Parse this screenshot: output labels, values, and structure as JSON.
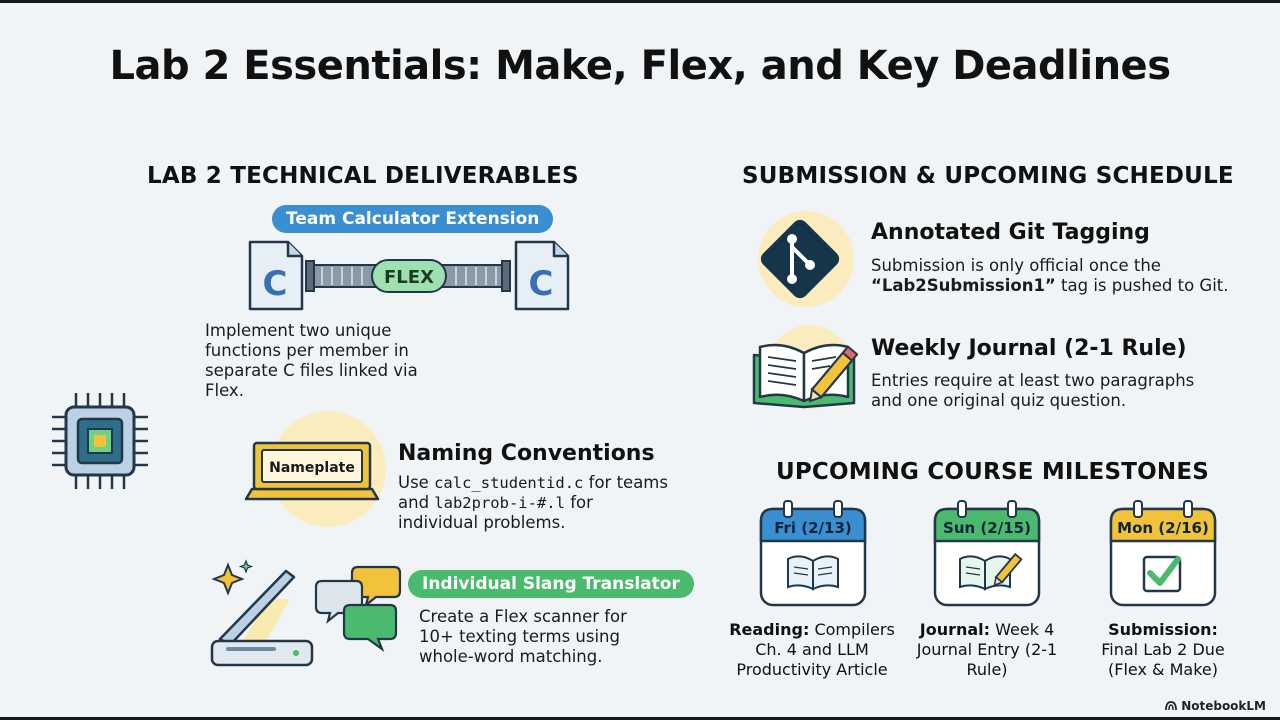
{
  "title": "Lab 2 Essentials: Make, Flex, and Key Deadlines",
  "left": {
    "heading": "LAB 2 TECHNICAL DELIVERABLES",
    "team_calc": {
      "pill": "Team Calculator Extension",
      "flex_label": "FLEX",
      "c_label": "C",
      "desc": "Implement two unique functions per member in separate C files linked via Flex."
    },
    "naming": {
      "nameplate": "Nameplate",
      "title": "Naming Conventions",
      "line1_prefix": "Use ",
      "line1_code": "calc_studentid.c",
      "line1_suffix": " for teams",
      "line2_prefix": "and ",
      "line2_code": "lab2prob-i-#.l",
      "line2_suffix": " for",
      "line3": "individual problems."
    },
    "slang": {
      "pill": "Individual Slang Translator",
      "desc": "Create a Flex scanner for 10+ texting terms using whole-word matching."
    }
  },
  "right": {
    "heading": "SUBMISSION & UPCOMING SCHEDULE",
    "git": {
      "title": "Annotated Git Tagging",
      "line1": "Submission is only official once the",
      "tag": "“Lab2Submission1”",
      "line2_suffix": " tag is pushed to Git."
    },
    "journal": {
      "title": "Weekly Journal (2-1 Rule)",
      "desc": "Entries require at least two paragraphs and one original quiz question."
    },
    "milestones_heading": "UPCOMING COURSE MILESTONES",
    "milestones": [
      {
        "date": "Fri (2/13)",
        "kind": "Reading:",
        "text": "Compilers Ch. 4 and LLM Productivity Article",
        "color": "#3a8fd0"
      },
      {
        "date": "Sun (2/15)",
        "kind": "Journal:",
        "text": "Week 4 Journal Entry (2-1 Rule)",
        "color": "#4cba6e"
      },
      {
        "date": "Mon (2/16)",
        "kind": "Submission:",
        "text": "Final Lab 2 Due (Flex & Make)",
        "color": "#f2c23a"
      }
    ]
  },
  "watermark": "NotebookLM",
  "colors": {
    "blue": "#3a8fd0",
    "green": "#4cba6e",
    "yellow": "#f2c23a",
    "navy": "#17354a"
  }
}
